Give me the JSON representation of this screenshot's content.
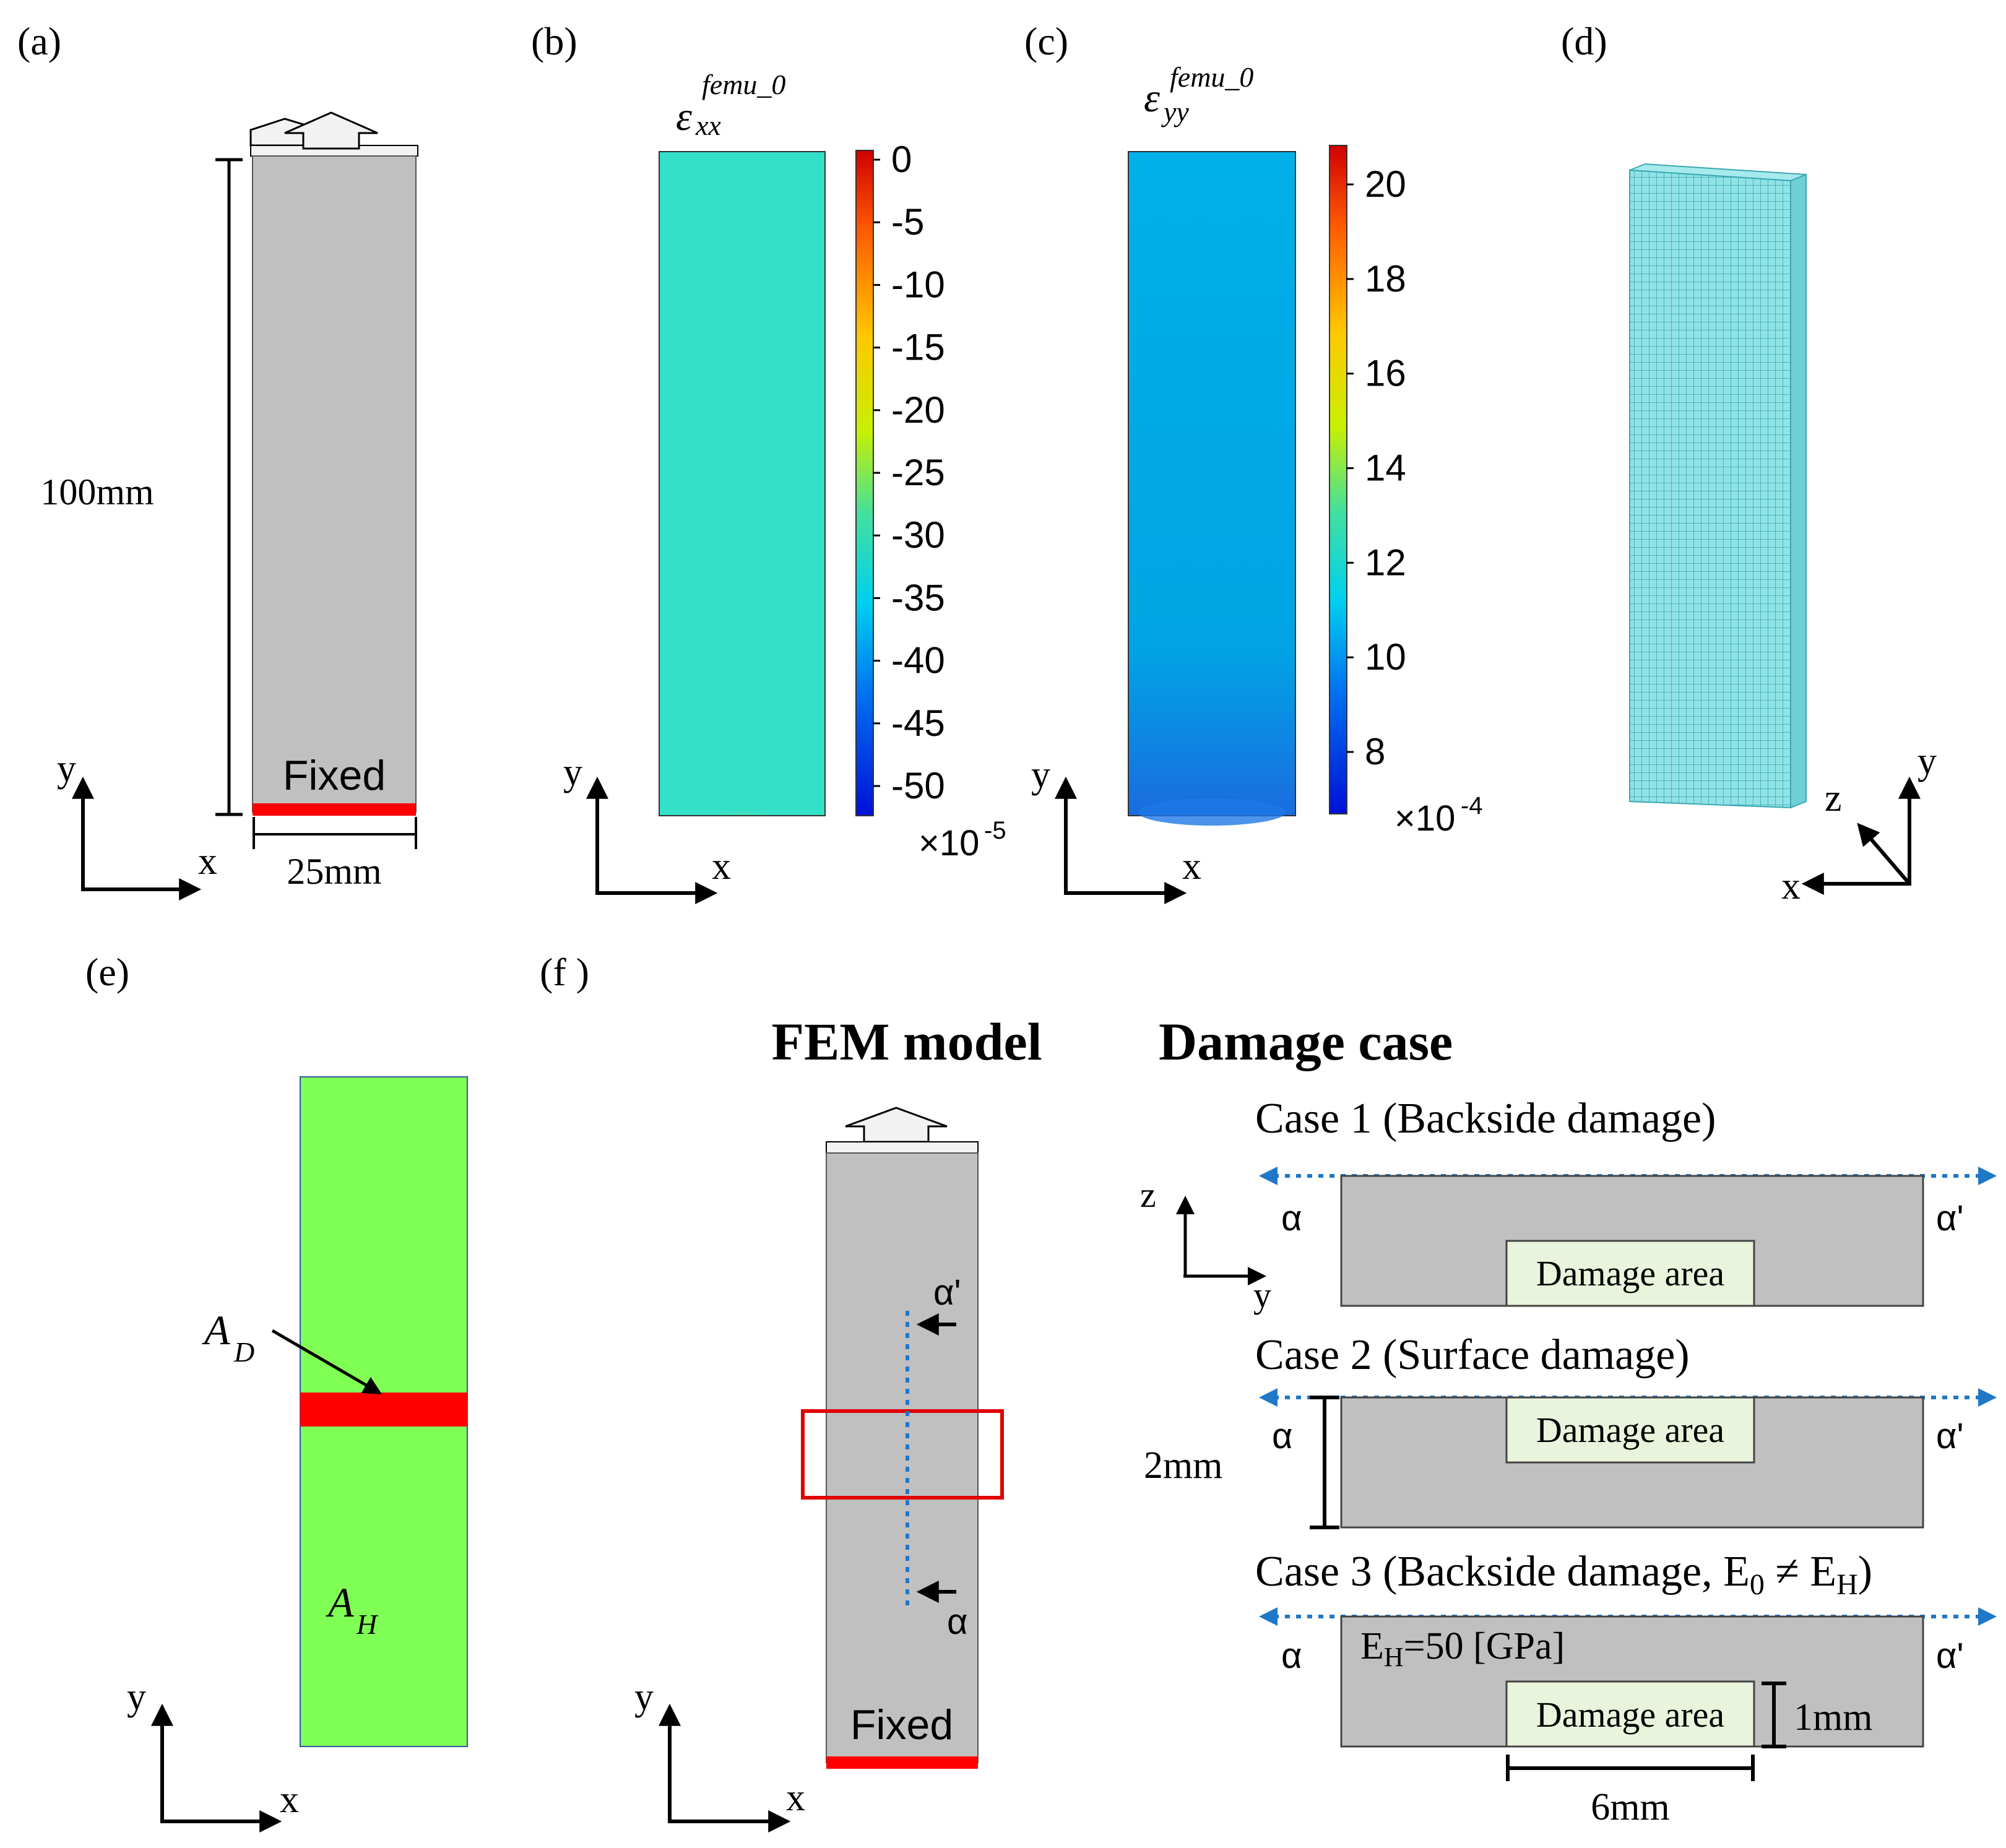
{
  "panels": {
    "a": {
      "label": "(a)",
      "height_label": "100mm",
      "width_label": "25mm",
      "fixed_label": "Fixed",
      "axis_y": "y",
      "axis_x": "x"
    },
    "b": {
      "label": "(b)",
      "field_symbol": "ε",
      "field_sub": "xx",
      "field_sup": "femu_0",
      "colorbar_ticks": [
        "0",
        "-5",
        "-10",
        "-15",
        "-20",
        "-25",
        "-30",
        "-35",
        "-40",
        "-45",
        "-50"
      ],
      "colorbar_scale": "×10",
      "colorbar_exp": "-5",
      "axis_y": "y",
      "axis_x": "x"
    },
    "c": {
      "label": "(c)",
      "field_symbol": "ε",
      "field_sub": "yy",
      "field_sup": "femu_0",
      "colorbar_ticks": [
        "20",
        "18",
        "16",
        "14",
        "12",
        "10",
        "8"
      ],
      "colorbar_scale": "×10",
      "colorbar_exp": "-4",
      "axis_y": "y",
      "axis_x": "x"
    },
    "d": {
      "label": "(d)",
      "axis_x": "x",
      "axis_y": "y",
      "axis_z": "z"
    },
    "e": {
      "label": "(e)",
      "region_d_base": "A",
      "region_d_sub": "D",
      "region_h_base": "A",
      "region_h_sub": "H",
      "axis_y": "y",
      "axis_x": "x"
    },
    "f": {
      "label": "(f )",
      "fem_title": "FEM model",
      "damage_title": "Damage case",
      "fixed_label": "Fixed",
      "alpha": "α",
      "alpha_prime": "α'",
      "axis_y": "y",
      "axis_x": "x",
      "axis_z": "z",
      "cases": [
        {
          "title": "Case 1 (Backside damage)",
          "damage_label": "Damage area"
        },
        {
          "title": "Case 2 (Surface damage)",
          "damage_label": "Damage area",
          "thickness_label": "2mm"
        },
        {
          "title_prefix": "Case 3 (Backside damage, E",
          "title_sub1": "0",
          "title_mid": " ≠ E",
          "title_sub2": "H",
          "title_suffix": ")",
          "damage_label": "Damage area",
          "modulus_prefix": "E",
          "modulus_sub": "H",
          "modulus_value": "=50 [GPa]",
          "depth_label": "1mm",
          "width_label": "6mm"
        }
      ]
    }
  },
  "colors": {
    "specimen_gray": "#c0c0c0",
    "fixed_red": "#ff0000",
    "strain_xx_field": "#33e0c8",
    "strain_yy_field": "#00b0e8",
    "mesh_cyan": "#8fe3e6",
    "healthy_green": "#80ff55",
    "damage_fill": "#e8f5dc",
    "alpha_line_blue": "#1f77c8"
  }
}
